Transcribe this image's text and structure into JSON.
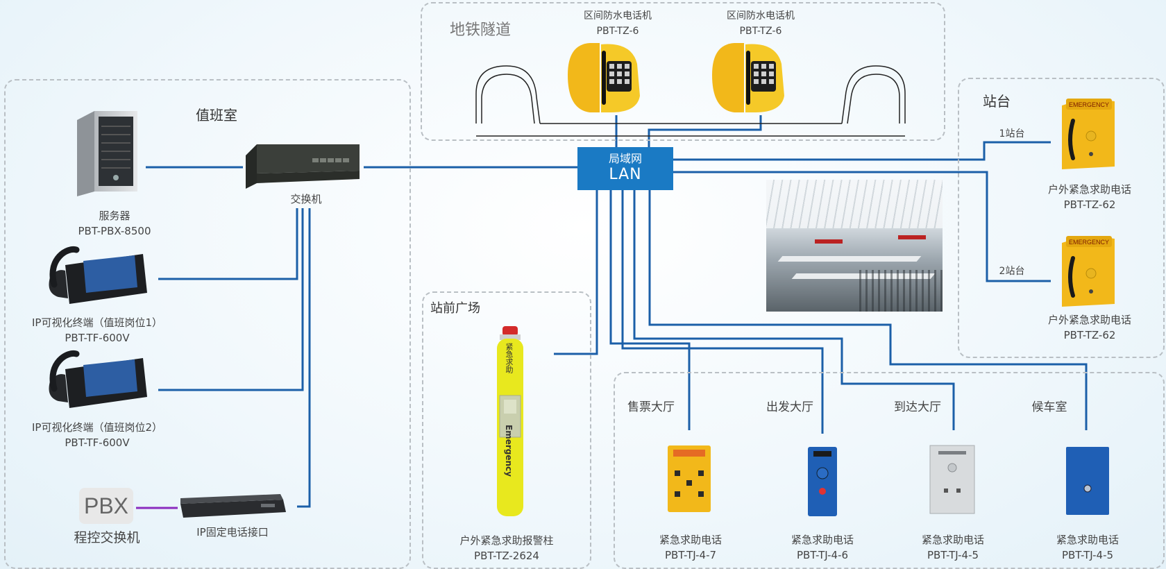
{
  "zones": {
    "duty_room": "值班室",
    "subway_tunnel": "地铁隧道",
    "platform": "站台",
    "station_front_plaza": "站前广场"
  },
  "lan": {
    "line1": "局域网",
    "line2": "LAN"
  },
  "devices": {
    "server": {
      "name": "服务器",
      "model": "PBT-PBX-8500"
    },
    "switch": {
      "name": "交换机"
    },
    "ip_terminal_1": {
      "name": "IP可视化终端（值班岗位1）",
      "model": "PBT-TF-600V"
    },
    "ip_terminal_2": {
      "name": "IP可视化终端（值班岗位2）",
      "model": "PBT-TF-600V"
    },
    "pbx": {
      "badge": "PBX",
      "name": "程控交换机"
    },
    "ip_fixed_interface": {
      "name": "IP固定电话接口"
    },
    "tunnel_phone_1": {
      "name": "区间防水电话机",
      "model": "PBT-TZ-6"
    },
    "tunnel_phone_2": {
      "name": "区间防水电话机",
      "model": "PBT-TZ-6"
    },
    "platform_phone_1": {
      "tag": "1站台",
      "name": "户外紧急求助电话",
      "model": "PBT-TZ-62"
    },
    "platform_phone_2": {
      "tag": "2站台",
      "name": "户外紧急求助电话",
      "model": "PBT-TZ-62"
    },
    "alarm_column": {
      "name": "户外紧急求助报警柱",
      "model": "PBT-TZ-2624",
      "vertical_cn": "紧急求助",
      "vertical_en": "Emergency"
    },
    "hall_ticket": {
      "location": "售票大厅",
      "name": "紧急求助电话",
      "model": "PBT-TJ-4-7"
    },
    "hall_departure": {
      "location": "出发大厅",
      "name": "紧急求助电话",
      "model": "PBT-TJ-4-6"
    },
    "hall_arrival": {
      "location": "到达大厅",
      "name": "紧急求助电话",
      "model": "PBT-TJ-4-5"
    },
    "waiting_room": {
      "location": "候车室",
      "name": "紧急求助电话",
      "model": "PBT-TJ-4-5"
    }
  },
  "colors": {
    "wire": "#1b5fa8",
    "lan": "#1a7ac4",
    "pbx_link": "#8a2bbf",
    "phone_yellow": "#f2c21b",
    "phone_blue": "#1f5fb5"
  },
  "icons": [
    "server-icon",
    "switch-icon",
    "video-phone-icon",
    "pbx-icon",
    "rack-interface-icon",
    "waterproof-phone-icon",
    "emergency-phone-icon",
    "alarm-column-icon",
    "help-phone-icon"
  ]
}
